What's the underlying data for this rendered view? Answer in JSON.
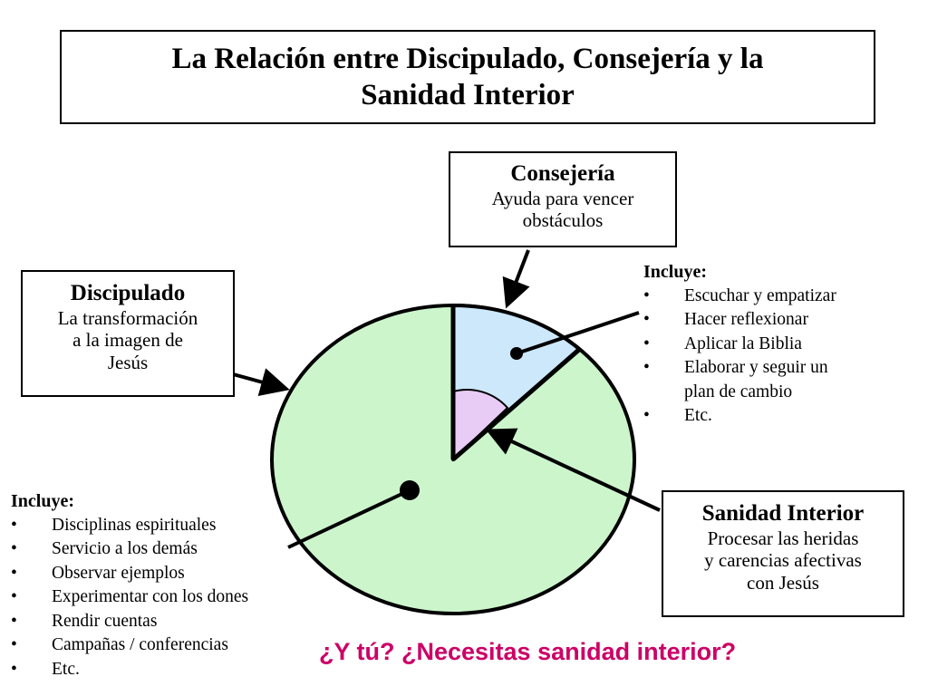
{
  "title": {
    "line1": "La Relación entre Discipulado, Consejería y la",
    "line2": "Sanidad Interior"
  },
  "counseling": {
    "heading": "Consejería",
    "lines": [
      "Ayuda para vencer",
      "obstáculos"
    ]
  },
  "discipleship": {
    "heading": "Discipulado",
    "lines": [
      "La transformación",
      "a la imagen de",
      "Jesús"
    ]
  },
  "inner_healing": {
    "heading": "Sanidad Interior",
    "lines": [
      "Procesar las heridas",
      "y carencias afectivas",
      "con Jesús"
    ]
  },
  "counseling_list": {
    "title": "Incluye:",
    "bullet": "•",
    "items": [
      "Escuchar y empatizar",
      "Hacer reflexionar",
      "Aplicar la Biblia",
      "Elaborar y seguir un",
      "plan de cambio",
      "Etc."
    ]
  },
  "discipleship_list": {
    "title": "Incluye:",
    "bullet": "•",
    "items": [
      "Disciplinas espirituales",
      "Servicio a los demás",
      "Observar ejemplos",
      "Experimentar con los dones",
      "Rendir cuentas",
      "Campañas / conferencias",
      "Etc."
    ]
  },
  "question": "¿Y tú? ¿Necesitas sanidad interior?",
  "colors": {
    "discipleship": "#ccf5cc",
    "counseling": "#cce8fa",
    "inner_healing": "#e8ccf5",
    "question": "#cc0066"
  }
}
